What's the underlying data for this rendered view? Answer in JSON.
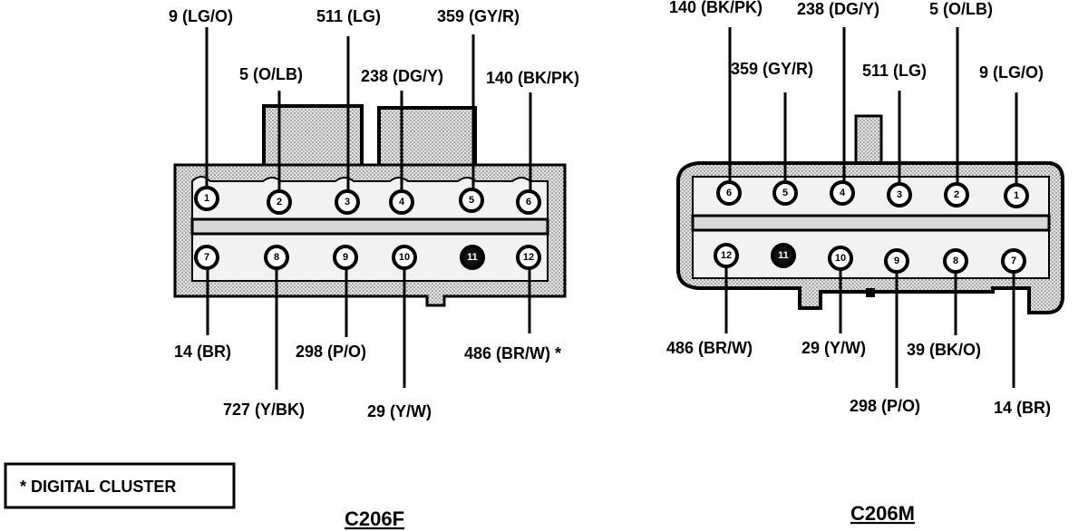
{
  "note": "* DIGITAL CLUSTER",
  "c206f": {
    "name": "C206F",
    "top": [
      {
        "pin": "1",
        "wire": "9 (LG/O)"
      },
      {
        "pin": "2",
        "wire": "5 (O/LB)"
      },
      {
        "pin": "3",
        "wire": "511 (LG)"
      },
      {
        "pin": "4",
        "wire": "238 (DG/Y)"
      },
      {
        "pin": "5",
        "wire": "359 (GY/R)"
      },
      {
        "pin": "6",
        "wire": "140 (BK/PK)"
      }
    ],
    "bottom": [
      {
        "pin": "7",
        "wire": "14 (BR)"
      },
      {
        "pin": "8",
        "wire": "727 (Y/BK)"
      },
      {
        "pin": "9",
        "wire": "298 (P/O)"
      },
      {
        "pin": "10",
        "wire": "29 (Y/W)"
      },
      {
        "pin": "11",
        "wire": ""
      },
      {
        "pin": "12",
        "wire": "486 (BR/W) *"
      }
    ]
  },
  "c206m": {
    "name": "C206M",
    "top": [
      {
        "pin": "6",
        "wire": "140 (BK/PK)"
      },
      {
        "pin": "5",
        "wire": "359 (GY/R)"
      },
      {
        "pin": "4",
        "wire": "238 (DG/Y)"
      },
      {
        "pin": "3",
        "wire": "511 (LG)"
      },
      {
        "pin": "2",
        "wire": "5 (O/LB)"
      },
      {
        "pin": "1",
        "wire": "9 (LG/O)"
      }
    ],
    "bottom": [
      {
        "pin": "12",
        "wire": "486 (BR/W)"
      },
      {
        "pin": "11",
        "wire": ""
      },
      {
        "pin": "10",
        "wire": "29 (Y/W)"
      },
      {
        "pin": "9",
        "wire": "298 (P/O)"
      },
      {
        "pin": "8",
        "wire": "39 (BK/O)"
      },
      {
        "pin": "7",
        "wire": "14 (BR)"
      }
    ]
  }
}
